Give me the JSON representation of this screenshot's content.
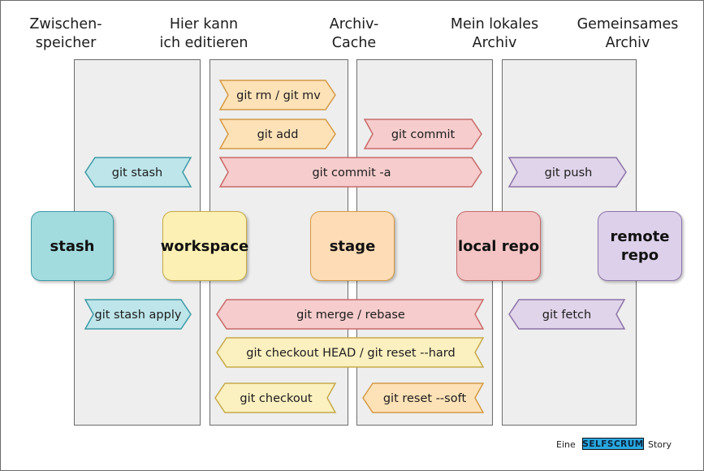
{
  "columns": {
    "c1": "Zwischen-\nspeicher",
    "c2": "Hier kann\nich editieren",
    "c3": "Archiv-\nCache",
    "c4": "Mein lokales\nArchiv",
    "c5": "Gemeinsames\nArchiv"
  },
  "nodes": {
    "stash": "stash",
    "workspace": "workspace",
    "stage": "stage",
    "local_repo": "local repo",
    "remote_repo": "remote\nrepo"
  },
  "commands": {
    "git_rm_mv": "git rm / git mv",
    "git_add": "git add",
    "git_commit": "git commit",
    "git_stash": "git stash",
    "git_commit_a": "git commit -a",
    "git_push": "git push",
    "git_stash_apply": "git stash apply",
    "git_merge_rebase": "git merge / rebase",
    "git_fetch": "git fetch",
    "git_checkout_head_reset_hard": "git checkout HEAD / git reset --hard",
    "git_checkout": "git checkout",
    "git_reset_soft": "git reset --soft"
  },
  "footer": {
    "prefix": "Eine",
    "brand": "SELFSCRUM",
    "suffix": "Story"
  },
  "colors": {
    "orange_fill": "#fde2b8",
    "orange_border": "#d49a45",
    "red_fill": "#f6cccc",
    "red_border": "#c86a6a",
    "teal_fill": "#bde5ea",
    "teal_border": "#3f9aa6",
    "purple_fill": "#e0d4ea",
    "purple_border": "#8c73a8",
    "lemon_fill": "#fbf0c0",
    "lemon_border": "#c6aa4a",
    "stash_node": "#a2dcdf",
    "workspace_node": "#fdf0b4",
    "stage_node": "#fddcb6",
    "local_node": "#f4c4c4",
    "remote_node": "#ddd0ea"
  }
}
